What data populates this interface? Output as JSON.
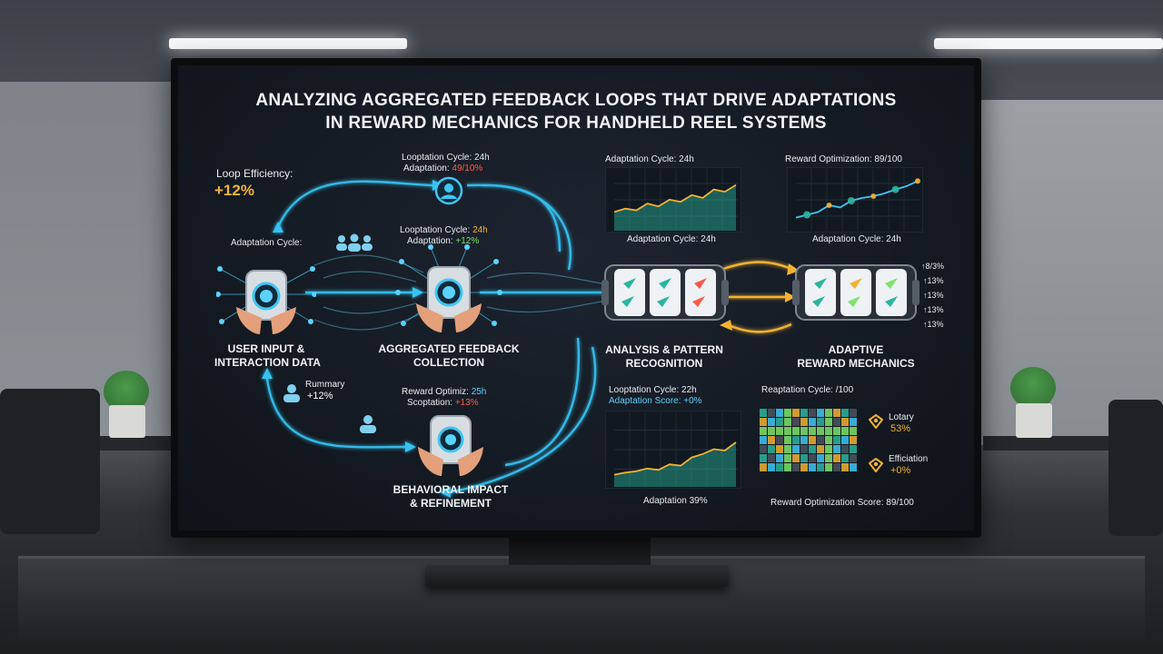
{
  "title": {
    "line1": "ANALYZING AGGREGATED FEEDBACK LOOPS THAT DRIVE ADAPTATIONS",
    "line2": "IN REWARD MECHANICS FOR HANDHELD REEL SYSTEMS"
  },
  "loop_efficiency": {
    "label": "Loop Efficiency:",
    "value": "+12%"
  },
  "top_node": {
    "cycle": "Looptation Cycle: 24h",
    "adapt_label": "Adaptation:",
    "adapt_value": "49/10%"
  },
  "middle_node": {
    "cycle_label": "Looptation Cycle:",
    "cycle_value": "24h",
    "adapt_label": "Adaptation:",
    "adapt_value": "+12%"
  },
  "user_node": {
    "cycle": "Adaptation Cycle:",
    "label_line1": "USER INPUT &",
    "label_line2": "INTERACTION DATA"
  },
  "feedback_node": {
    "label_line1": "AGGREGATED FEEDBACK",
    "label_line2": "COLLECTION"
  },
  "behavior_node": {
    "summary_label": "Rummary",
    "summary_value": "+12%",
    "reward_label": "Reward Optimiz:",
    "reward_value": "25h",
    "scope_label": "Scoptation:",
    "scope_value": "+13%",
    "label_line1": "BEHAVIORAL IMPACT",
    "label_line2": "& REFINEMENT"
  },
  "analysis_node": {
    "cycle": "Adaptation Cycle: 24h",
    "label_line1": "ANALYSIS & PATTERN",
    "label_line2": "RECOGNITION"
  },
  "adaptive_node": {
    "cycle": "Adaptation Cycle: 24h",
    "label_line1": "ADAPTIVE",
    "label_line2": "REWARD MECHANICS",
    "side_values": [
      "↑8/3%",
      "↑13%",
      "↑13%",
      "↑13%",
      "↑13%"
    ]
  },
  "charts": {
    "c1_title": "Adaptation Cycle: 24h",
    "c2_title": "Reward Optimization: 89/100",
    "c3_title_a": "Looptation Cycle: 22h",
    "c3_title_b": "Adaptation Score: +0%",
    "c3_footer": "Adaptation 39%",
    "c4_title": "Reaptation Cycle: /100",
    "c4_footer": "Reward Optimization Score: 89/100",
    "c4_side_a_label": "Lotary",
    "c4_side_a_value": "53%",
    "c4_side_b_label": "Efficiation",
    "c4_side_b_value": "+0%"
  },
  "colors": {
    "cyan": "#3fc6f5",
    "orange": "#f2b233",
    "red": "#ff5a4e",
    "teal": "#2bb5a0",
    "panel": "#141a22"
  },
  "chart_data": [
    {
      "type": "area",
      "title": "Adaptation Cycle: 24h",
      "values": [
        30,
        36,
        33,
        45,
        40,
        52,
        48,
        60,
        55,
        70,
        66,
        78
      ]
    },
    {
      "type": "line",
      "title": "Reward Optimization: 89/100",
      "values": [
        20,
        25,
        30,
        42,
        38,
        50,
        55,
        58,
        63,
        70,
        76,
        85
      ]
    },
    {
      "type": "area",
      "title": "Looptation Cycle: 22h",
      "values": [
        15,
        18,
        20,
        24,
        22,
        30,
        28,
        40,
        45,
        52,
        50,
        62
      ]
    },
    {
      "type": "heatmap",
      "title": "Reaptation Cycle: /100",
      "rows": 7,
      "cols": 12
    }
  ]
}
